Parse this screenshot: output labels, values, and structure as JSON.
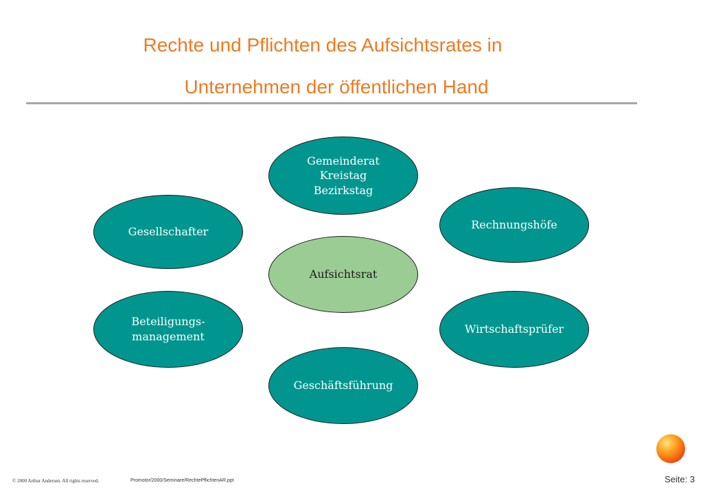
{
  "slide": {
    "title_line_1": "Rechte und Pflichten des Aufsichtsrates in",
    "title_line_2": "Unternehmen der öffentlichen Hand",
    "title_color": "#ee7a22"
  },
  "diagram": {
    "outer_color": "#00968f",
    "center_color": "#9bcc94",
    "center": {
      "label": "Aufsichtsrat"
    },
    "nodes": {
      "gemeinderat": {
        "lines": [
          "Gemeinderat",
          "Kreistag",
          "Bezirkstag"
        ]
      },
      "gesellschafter": {
        "label": "Gesellschafter"
      },
      "rechnungshoefe": {
        "label": "Rechnungshöfe"
      },
      "beteiligung": {
        "lines": [
          "Beteiligungs-",
          "management"
        ]
      },
      "wirtschaftspruefer": {
        "label": "Wirtschaftsprüfer"
      },
      "geschaeftsfuehrung": {
        "label": "Geschäftsführung"
      }
    }
  },
  "footer": {
    "copyright": "© 2000 Arthur Andersen. All rights reserved.",
    "file_path": "Promotor/2000/Seminare/RechtePflichtenAR.ppt",
    "page_label": "Seite: 3"
  },
  "icons": {
    "logo": "orange-ball-icon"
  }
}
